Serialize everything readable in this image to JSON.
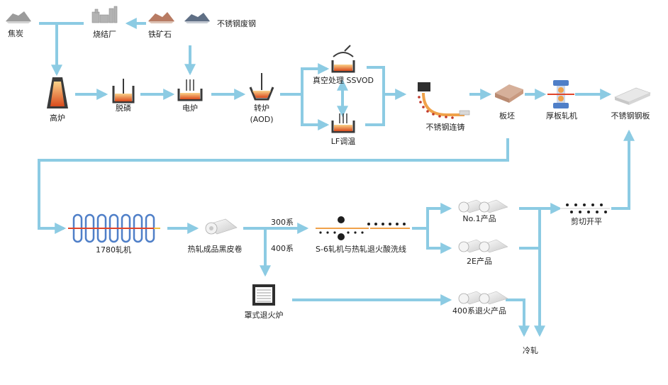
{
  "labels": {
    "coke": "焦炭",
    "sinter_plant": "烧结厂",
    "iron_ore": "铁矿石",
    "stainless_scrap": "不锈钢废钢",
    "blast_furnace": "高炉",
    "dephosphorization": "脱磷",
    "electric_furnace": "电炉",
    "converter": "转炉",
    "aod": "(AOD)",
    "vacuum_ssvod": "真空处理 SSVOD",
    "lf": "LF调温",
    "continuous_casting": "不锈钢连铸",
    "slab": "板坯",
    "plate_mill": "厚板轧机",
    "stainless_plate": "不锈钢钢板",
    "mill_1780": "1780轧机",
    "hot_black_coil": "热轧成品黑皮卷",
    "series_300": "300系",
    "series_400": "400系",
    "s6_line": "S-6轧机与热轧退火酸洗线",
    "no1_product": "No.1产品",
    "product_2e": "2E产品",
    "shear_flatten": "剪切开平",
    "bell_annealing": "罩式退火炉",
    "product_400": "400系退火产品",
    "cold_rolling": "冷轧"
  },
  "colors": {
    "arrow": "#8ccbe3",
    "hot_metal": "#e8742a",
    "dark": "#333333",
    "coil": "#d9d9d9"
  }
}
